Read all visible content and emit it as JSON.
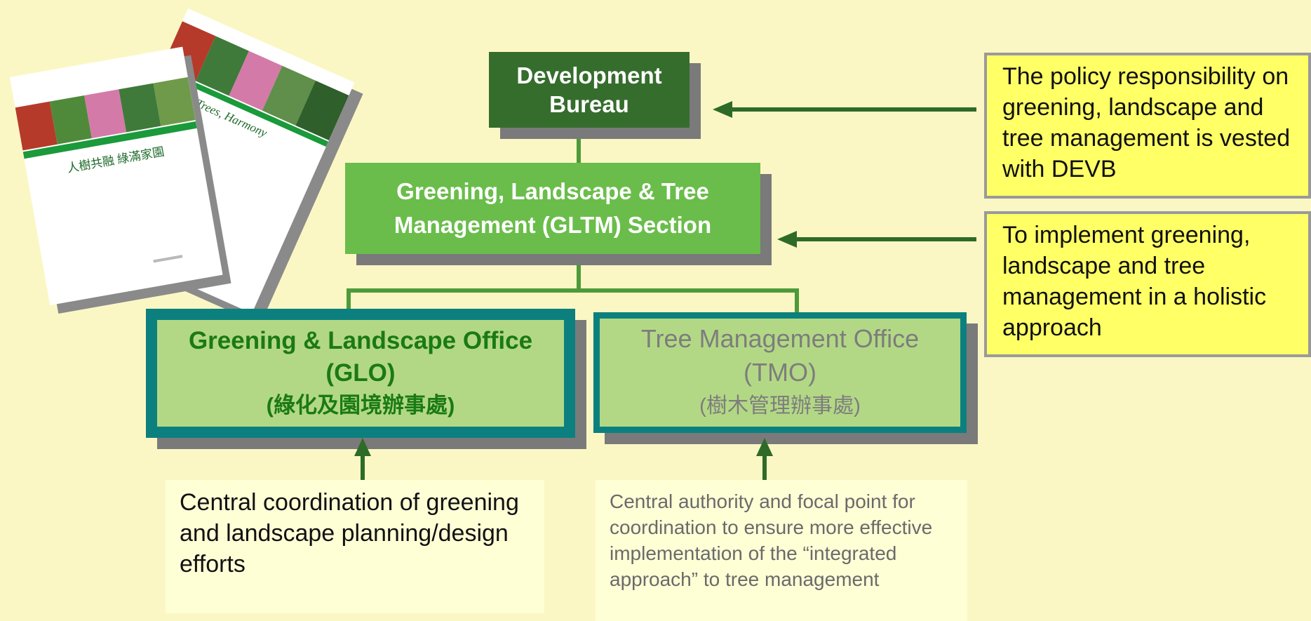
{
  "books": {
    "back_title": "People, Trees, Harmony",
    "front_title": "人樹共融 綠滿家園"
  },
  "devb": {
    "line1": "Development",
    "line2": "Bureau"
  },
  "gltm": {
    "line1": "Greening, Landscape & Tree",
    "line2": "Management (GLTM) Section"
  },
  "glo": {
    "line1": "Greening & Landscape Office",
    "line2": "(GLO)",
    "line3": "(綠化及園境辦事處)"
  },
  "tmo": {
    "line1": "Tree Management Office",
    "line2": "(TMO)",
    "line3": "(樹木管理辦事處)"
  },
  "callouts": {
    "policy": "The policy responsibility on greening, landscape and tree management is vested with DEVB",
    "implement": "To implement greening, landscape and tree management in a holistic approach"
  },
  "notes": {
    "glo": "Central coordination of greening and landscape planning/design efforts",
    "tmo": "Central authority and focal point for coordination to ensure more effective implementation of the “integrated approach” to tree management"
  },
  "colors": {
    "background": "#fbf7c4",
    "dark_green": "#356d2d",
    "mid_green": "#6abd4a",
    "light_green": "#b3d885",
    "teal_border": "#0c807e",
    "callout_yellow": "#ffff66"
  }
}
